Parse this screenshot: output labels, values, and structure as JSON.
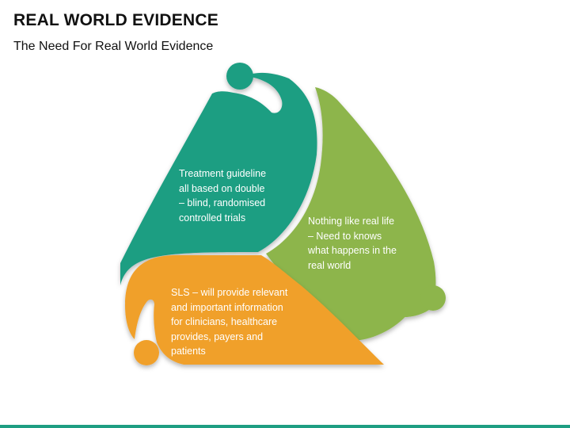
{
  "header": {
    "title": "REAL WORLD EVIDENCE",
    "subtitle": "The Need For Real World Evidence"
  },
  "segments": [
    {
      "id": "green",
      "color": "#1e9e82",
      "lines": [
        "Treatment guideline",
        "all based on double",
        "– blind, randomised",
        "controlled trials"
      ]
    },
    {
      "id": "lime",
      "color": "#8db54b",
      "lines": [
        "Nothing like real life",
        "– Need to knows",
        "what happens in the",
        "real world"
      ]
    },
    {
      "id": "orange",
      "color": "#f0a02b",
      "lines": [
        "SLS – will provide relevant",
        "and important information",
        "for clinicians, healthcare",
        "provides, payers and",
        "patients"
      ]
    }
  ],
  "colors": {
    "bottom_bar": "#1e9e82"
  }
}
